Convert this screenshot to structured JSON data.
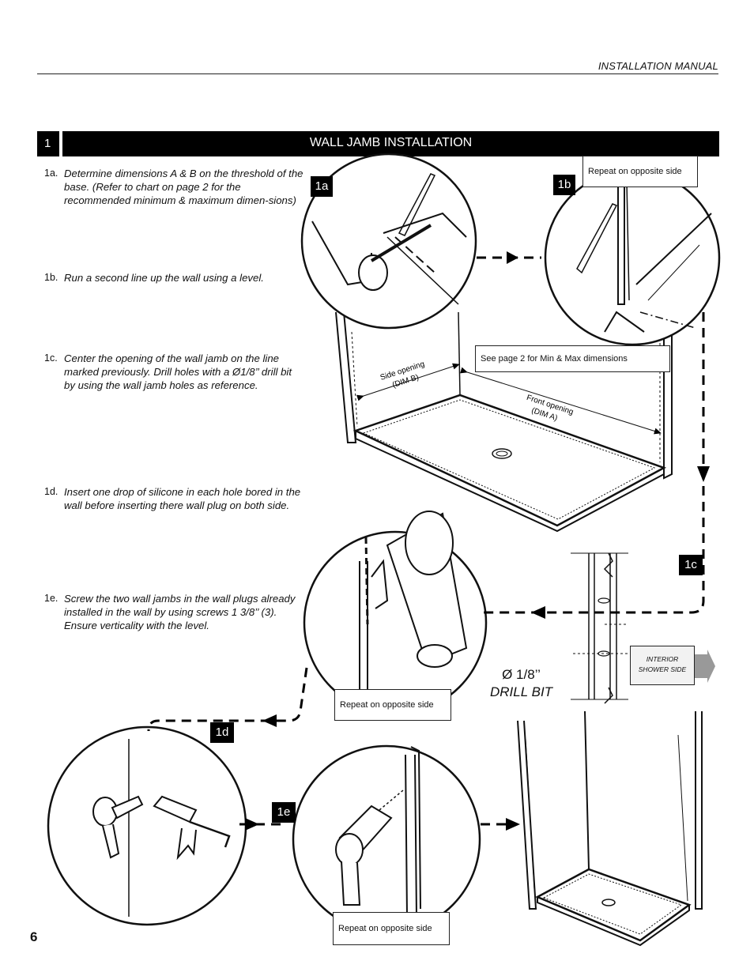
{
  "header": {
    "manual_title": "INSTALLATION MANUAL"
  },
  "section": {
    "number": "1",
    "title": "WALL JAMB INSTALLATION"
  },
  "instructions": [
    {
      "label": "1a.",
      "text": "Determine dimensions A & B on the threshold of the base. (Refer to chart on page 2 for the recommended minimum & maximum dimen-sions)"
    },
    {
      "label": "1b.",
      "text": "Run a second line up the wall using a level."
    },
    {
      "label": "1c.",
      "text": "Center the opening of the wall jamb on the line marked previously. Drill holes with a Ø1/8’’ drill bit by using the wall jamb holes as reference."
    },
    {
      "label": "1d.",
      "text": "Insert one drop of silicone in each hole bored in the wall before inserting there wall plug on both side."
    },
    {
      "label": "1e.",
      "text": "Screw the two wall jambs in the wall plugs already installed in the wall by using screws 1 3/8’’ (3). Ensure verticality with the level."
    }
  ],
  "step_tags": {
    "a": "1a",
    "b": "1b",
    "c": "1c",
    "d": "1d",
    "e": "1e"
  },
  "notes": {
    "repeat_1b": "Repeat on opposite side",
    "min_max": "See page 2 for Min & Max dimensions",
    "repeat_1d": "Repeat on opposite side",
    "repeat_1e": "Repeat on opposite side"
  },
  "diagram_labels": {
    "side_opening": "Side opening",
    "dim_b": "(DIM B)",
    "front_opening": "Front opening",
    "dim_a": "(DIM A)",
    "interior_1": "INTERIOR",
    "interior_2": "SHOWER SIDE"
  },
  "drill_bit": {
    "line1": "Ø 1/8’’",
    "line2": "DRILL BIT"
  },
  "page_number": "6"
}
